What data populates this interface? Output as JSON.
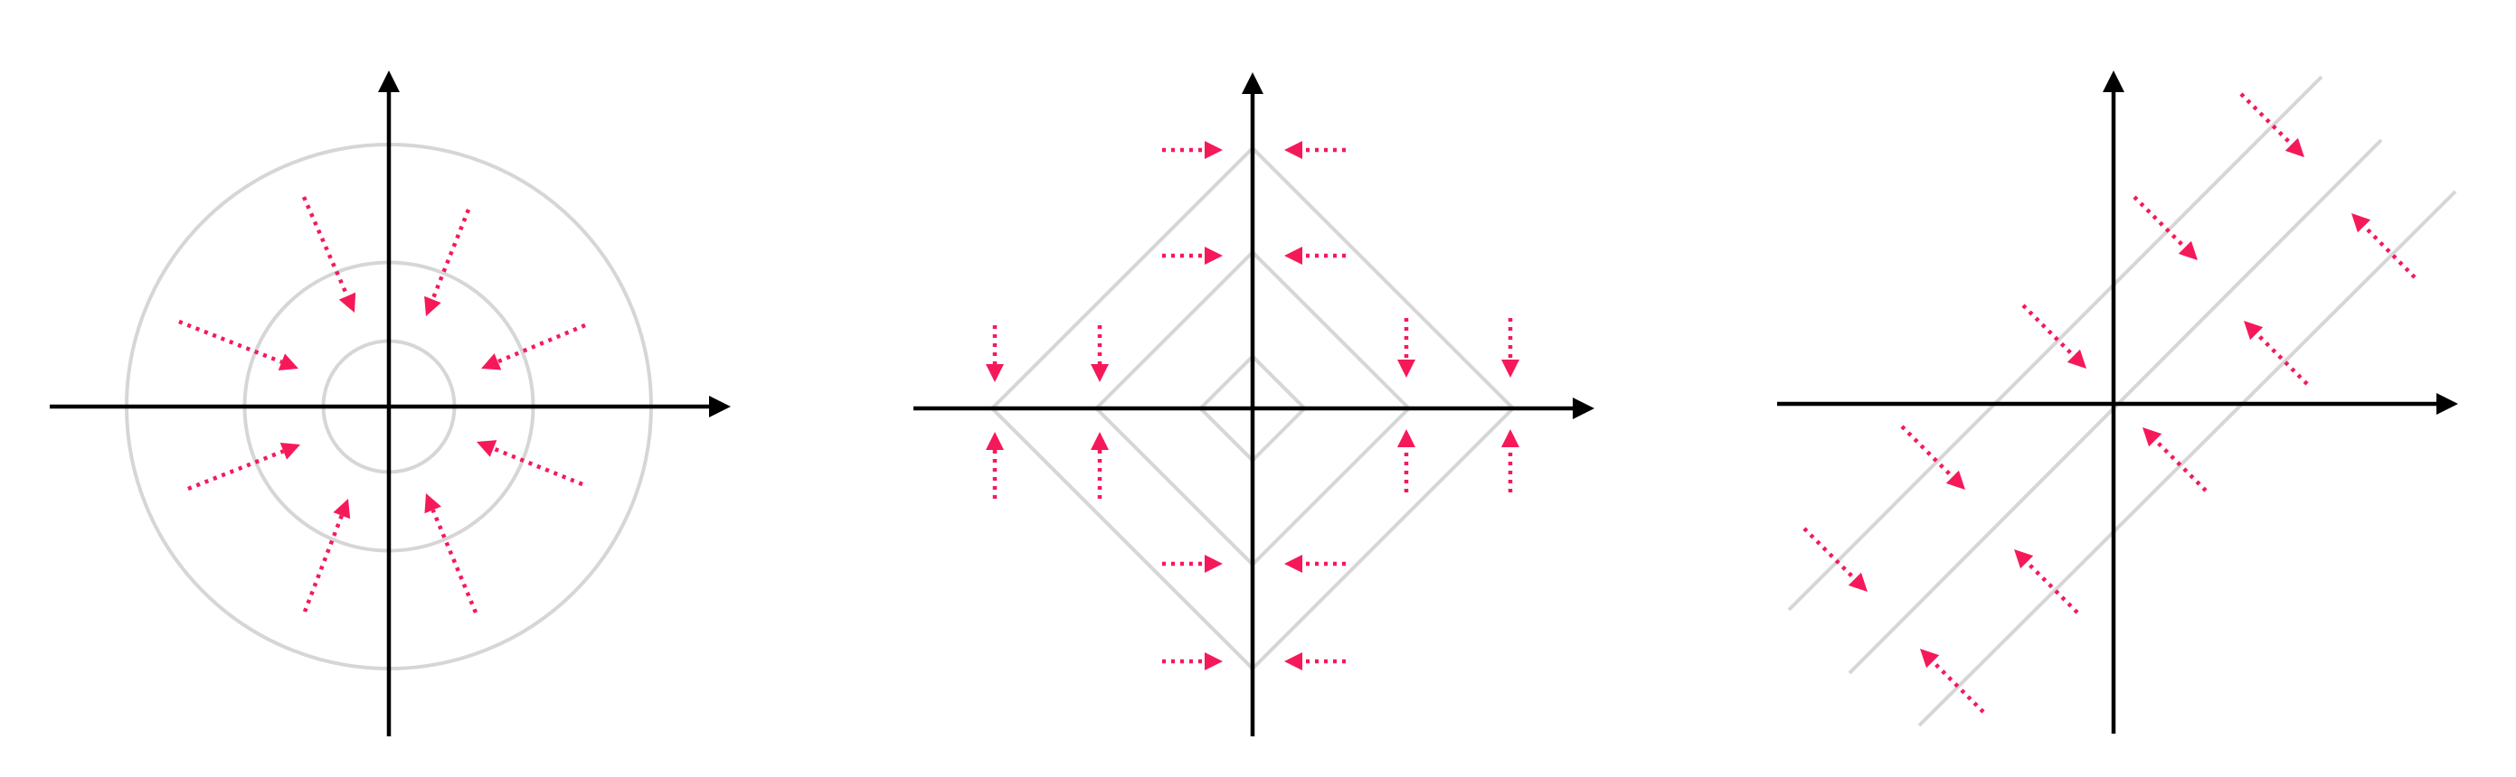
{
  "colors": {
    "axis": "#000000",
    "contour": "#d6d6d6",
    "arrow": "#f5195a",
    "background": "#ffffff"
  },
  "panels": [
    {
      "name": "circles",
      "contour_shape": "circle",
      "contour_levels": [
        0.25,
        0.55,
        1.0
      ],
      "arrow_direction": "toward-origin"
    },
    {
      "name": "diamonds",
      "contour_shape": "diamond",
      "contour_levels": [
        0.2,
        0.6,
        1.0
      ],
      "arrow_direction": "toward-contour-vertices"
    },
    {
      "name": "diagonal-lines",
      "contour_shape": "parallel-lines",
      "contour_offsets": [
        -1,
        0,
        1
      ],
      "arrow_direction": "toward-central-line"
    }
  ]
}
